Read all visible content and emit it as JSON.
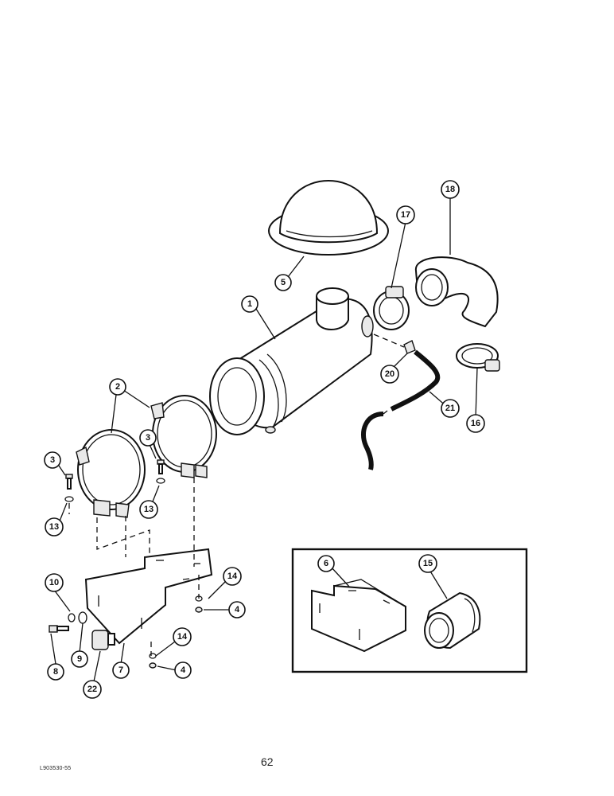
{
  "figure": {
    "page_number": "62",
    "figure_code": "L903530-55"
  },
  "callouts": [
    {
      "id": "c1",
      "label": "1"
    },
    {
      "id": "c2",
      "label": "2"
    },
    {
      "id": "c3a",
      "label": "3"
    },
    {
      "id": "c3b",
      "label": "3"
    },
    {
      "id": "c4a",
      "label": "4"
    },
    {
      "id": "c4b",
      "label": "4"
    },
    {
      "id": "c5",
      "label": "5"
    },
    {
      "id": "c6",
      "label": "6"
    },
    {
      "id": "c7",
      "label": "7"
    },
    {
      "id": "c8",
      "label": "8"
    },
    {
      "id": "c9",
      "label": "9"
    },
    {
      "id": "c10",
      "label": "10"
    },
    {
      "id": "c13a",
      "label": "13"
    },
    {
      "id": "c13b",
      "label": "13"
    },
    {
      "id": "c14a",
      "label": "14"
    },
    {
      "id": "c14b",
      "label": "14"
    },
    {
      "id": "c15",
      "label": "15"
    },
    {
      "id": "c16",
      "label": "16"
    },
    {
      "id": "c17",
      "label": "17"
    },
    {
      "id": "c18",
      "label": "18"
    },
    {
      "id": "c20",
      "label": "20"
    },
    {
      "id": "c21",
      "label": "21"
    },
    {
      "id": "c22",
      "label": "22"
    }
  ]
}
